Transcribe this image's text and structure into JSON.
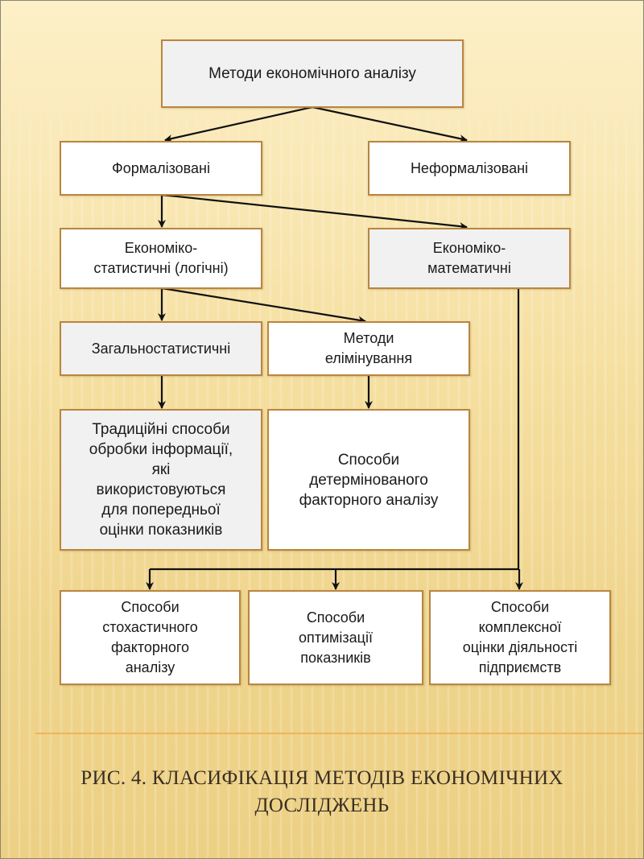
{
  "diagram": {
    "nodes": {
      "root": "Методи економічного аналізу",
      "formalized": "Формалізовані",
      "unformalized": "Неформалізовані",
      "econ_stat": "Економіко-\nстатистичні (логічні)",
      "econ_math": "Економіко-\nматематичні",
      "general_stat": "Загальностатистичні",
      "elimination": "Методи\nелімінування",
      "traditional": "Традиційні способи\nобробки інформації,\nякі\nвикористовуються\nдля попередньої\nоцінки показників",
      "deterministic": "Способи\nдетермінованого\nфакторного аналізу",
      "stochastic": "Способи\nстохастичного\nфакторного\nаналізу",
      "optimization": "Способи\nоптимізації\nпоказників",
      "complex": "Способи\nкомплексної\nоцінки діяльності\nпідприємств"
    },
    "edges": [
      [
        "root",
        "formalized"
      ],
      [
        "root",
        "unformalized"
      ],
      [
        "formalized",
        "econ_stat"
      ],
      [
        "formalized",
        "econ_math"
      ],
      [
        "econ_stat",
        "general_stat"
      ],
      [
        "econ_stat",
        "elimination"
      ],
      [
        "general_stat",
        "traditional"
      ],
      [
        "elimination",
        "deterministic"
      ],
      [
        "econ_math",
        "stochastic"
      ],
      [
        "econ_math",
        "optimization"
      ],
      [
        "econ_math",
        "complex"
      ]
    ]
  },
  "colors": {
    "box_border": "#b9853f",
    "box_fill_white": "#ffffff",
    "box_fill_grey": "#f1f1f1",
    "arrow": "#111111",
    "rule": "#f0b455"
  },
  "caption": "РИС. 4. КЛАСИФІКАЦІЯ МЕТОДІВ ЕКОНОМІЧНИХ\nДОСЛІДЖЕНЬ"
}
